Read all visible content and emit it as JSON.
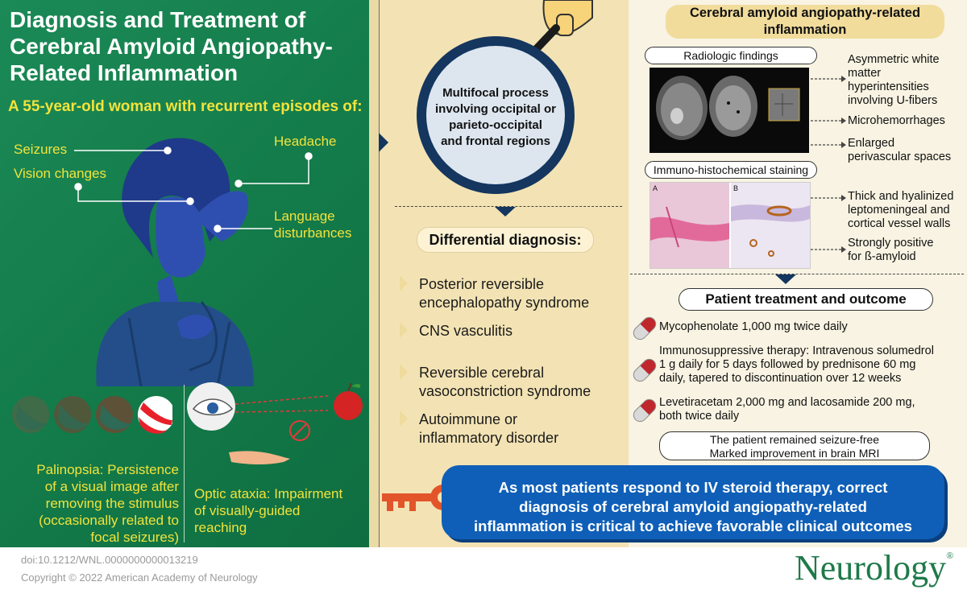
{
  "title": "Diagnosis and Treatment of Cerebral Amyloid Angiopathy-Related Inflammation",
  "title_lines": [
    "Diagnosis and Treatment of",
    "Cerebral Amyloid Angiopathy-",
    "Related Inflammation"
  ],
  "subtitle": "A 55-year-old woman with recurrent episodes of:",
  "symptoms": {
    "seizures": "Seizures",
    "vision": "Vision changes",
    "headache": "Headache",
    "language_1": "Language",
    "language_2": "disturbances"
  },
  "palinopsia": [
    "Palinopsia: Persistence",
    "of a visual image after",
    "removing the stimulus",
    "(occasionally related to",
    "focal seizures)"
  ],
  "optic_ataxia": [
    "Optic ataxia: Impairment",
    "of visually-guided",
    "reaching"
  ],
  "magnifier_text": [
    "Multifocal process",
    "involving occipital or",
    "parieto-occipital",
    "and frontal regions"
  ],
  "differential": {
    "heading": "Differential diagnosis:",
    "items": [
      [
        "Posterior reversible",
        "encephalopathy syndrome"
      ],
      [
        "CNS vasculitis"
      ],
      [
        "Reversible cerebral",
        "vasoconstriction syndrome"
      ],
      [
        "Autoimmune or",
        "inflammatory disorder"
      ]
    ]
  },
  "right": {
    "heading": [
      "Cerebral amyloid angiopathy-related",
      "inflammation"
    ],
    "radiologic_label": "Radiologic findings",
    "radiologic_findings": [
      [
        "Asymmetric white",
        "matter",
        "hyperintensities",
        "involving U-fibers"
      ],
      [
        "Microhemorrhages"
      ],
      [
        "Enlarged",
        "perivascular spaces"
      ]
    ],
    "ihc_label": "Immuno-histochemical staining",
    "ihc_panel_a": "A",
    "ihc_panel_b": "B",
    "ihc_findings": [
      [
        "Thick and hyalinized",
        "leptomeningeal and",
        "cortical vessel walls"
      ],
      [
        "Strongly positive",
        "for ß-amyloid"
      ]
    ],
    "treatment_heading": "Patient treatment and outcome",
    "treatments": [
      [
        "Mycophenolate 1,000 mg twice daily"
      ],
      [
        "Immunosuppressive therapy: Intravenous solumedrol",
        "1 g daily for 5 days followed by prednisone 60 mg",
        "daily, tapered to discontinuation over 12 weeks"
      ],
      [
        "Levetiracetam 2,000 mg and lacosamide 200 mg,",
        "both twice daily"
      ]
    ],
    "outcome": [
      "The patient remained seizure-free",
      "Marked improvement in brain MRI"
    ]
  },
  "conclusion": [
    "As most patients respond to IV steroid therapy, correct",
    "diagnosis of cerebral amyloid angiopathy-related",
    "inflammation is critical to achieve favorable clinical outcomes"
  ],
  "footer": {
    "doi": "doi:10.1212/WNL.0000000000013219",
    "copyright": "Copyright © 2022 American Academy of Neurology",
    "brand": "Neurology",
    "brand_mark": "®"
  },
  "colors": {
    "green": "#137a49",
    "yellow_text": "#f2e33b",
    "beige": "#f3e3b4",
    "navy": "#14365f",
    "conclusion_blue": "#0f5fb8",
    "key_orange": "#e2552a",
    "brand_green": "#1f7a4a"
  }
}
